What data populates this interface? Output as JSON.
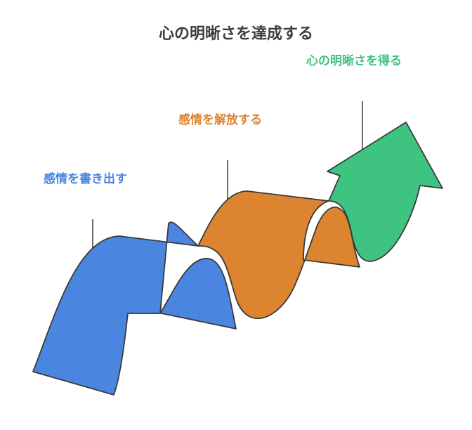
{
  "title": "心の明晰さを達成する",
  "steps": [
    {
      "label": "感情を書き出す",
      "color": "#4a86e0"
    },
    {
      "label": "感情を解放する",
      "color": "#dd8431"
    },
    {
      "label": "心の明晰さを得る",
      "color": "#3fc380"
    }
  ],
  "outline_color": "#3a3a3a"
}
